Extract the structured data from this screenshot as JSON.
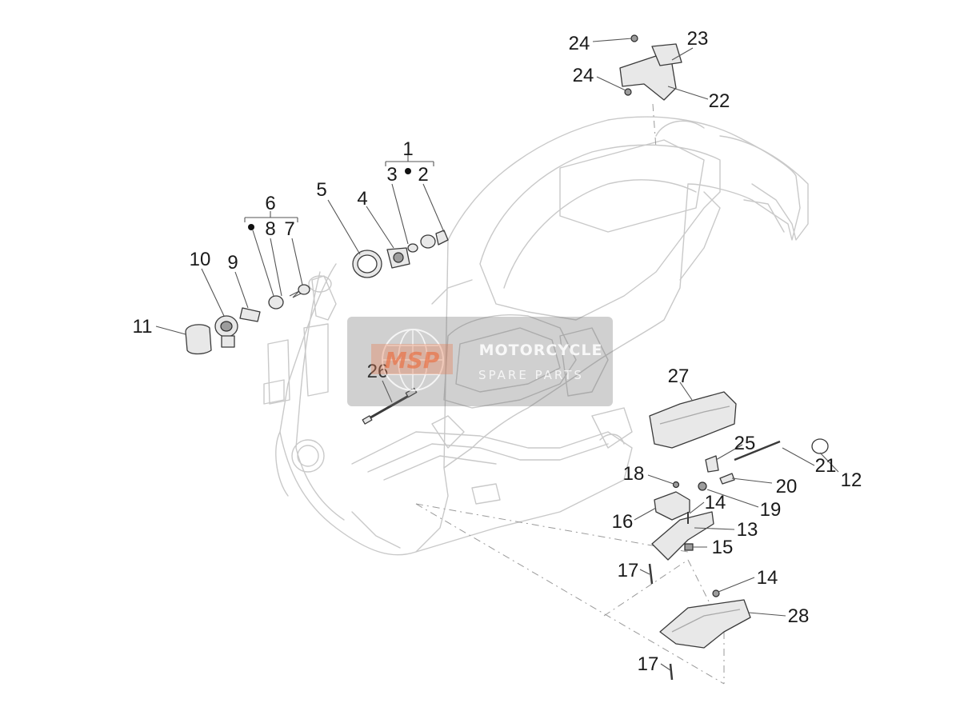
{
  "diagram": {
    "watermark": {
      "logo_text": "MSP",
      "line1": "MOTORCYCLE",
      "line2": "SPARE PARTS"
    },
    "labels": {
      "p1": "1",
      "p2": "2",
      "p3": "3",
      "p4": "4",
      "p5": "5",
      "p6": "6",
      "p7": "7",
      "p8": "8",
      "p9": "9",
      "p10": "10",
      "p11": "11",
      "p12": "12",
      "p13": "13",
      "p14a": "14",
      "p14b": "14",
      "p15": "15",
      "p16": "16",
      "p17a": "17",
      "p17b": "17",
      "p18": "18",
      "p19": "19",
      "p20": "20",
      "p21": "21",
      "p22": "22",
      "p23": "23",
      "p24a": "24",
      "p24b": "24",
      "p25": "25",
      "p26": "26",
      "p27": "27",
      "p28": "28"
    }
  }
}
